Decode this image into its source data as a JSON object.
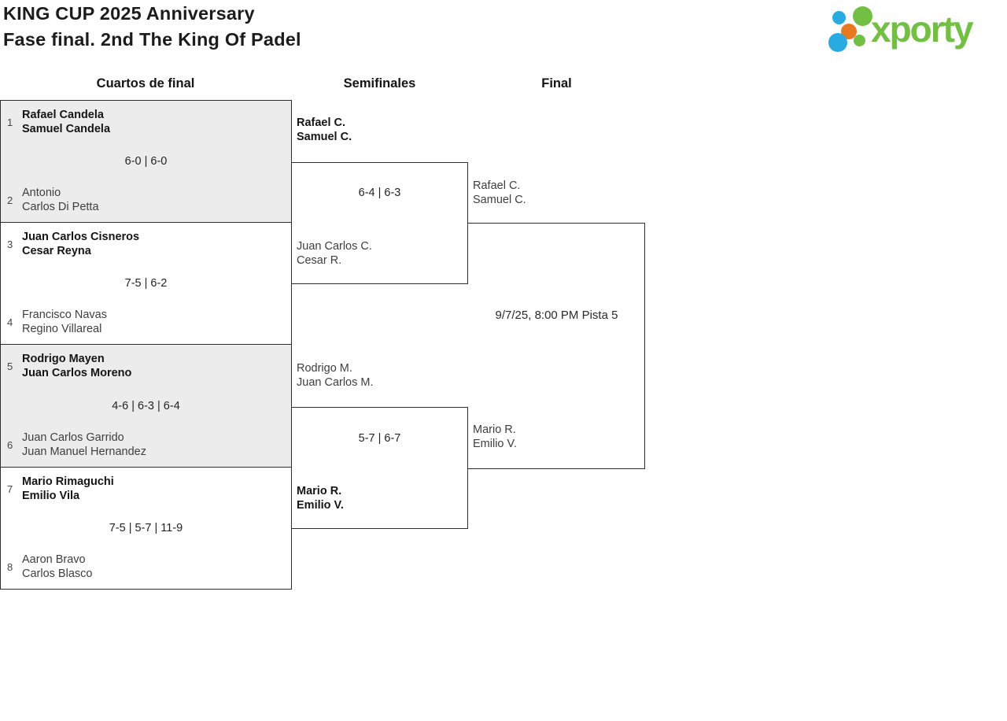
{
  "header": {
    "title_line1": "KING CUP 2025 Anniversary",
    "title_line2": "Fase final. 2nd The King Of Padel",
    "logo_text": "xporty"
  },
  "colors": {
    "logo_green": "#72bf44",
    "logo_blue": "#29abe2",
    "logo_orange": "#e8791f",
    "box_gray_bg": "#ececec",
    "border": "#2e2e2e"
  },
  "round_headers": {
    "quarterfinals": "Cuartos de final",
    "semifinals": "Semifinales",
    "final": "Final"
  },
  "quarterfinals": [
    {
      "seed_top": "1",
      "team_top": [
        "Rafael Candela",
        "Samuel Candela"
      ],
      "top_winner": true,
      "score": "6-0 | 6-0",
      "seed_bottom": "2",
      "team_bottom": [
        "Antonio",
        "Carlos Di Petta"
      ],
      "bottom_winner": false
    },
    {
      "seed_top": "3",
      "team_top": [
        "Juan Carlos Cisneros",
        "Cesar Reyna"
      ],
      "top_winner": true,
      "score": "7-5 | 6-2",
      "seed_bottom": "4",
      "team_bottom": [
        "Francisco Navas",
        "Regino Villareal"
      ],
      "bottom_winner": false
    },
    {
      "seed_top": "5",
      "team_top": [
        "Rodrigo Mayen",
        "Juan Carlos Moreno"
      ],
      "top_winner": true,
      "score": "4-6 | 6-3 | 6-4",
      "seed_bottom": "6",
      "team_bottom": [
        "Juan Carlos Garrido",
        "Juan Manuel Hernandez"
      ],
      "bottom_winner": false
    },
    {
      "seed_top": "7",
      "team_top": [
        "Mario Rimaguchi",
        "Emilio Vila"
      ],
      "top_winner": true,
      "score": "7-5 | 5-7 | 11-9",
      "seed_bottom": "8",
      "team_bottom": [
        "Aaron Bravo",
        "Carlos Blasco"
      ],
      "bottom_winner": false
    }
  ],
  "semifinals": [
    {
      "team_top": [
        "Rafael C.",
        "Samuel C."
      ],
      "top_winner": true,
      "score": "6-4 | 6-3",
      "team_bottom": [
        "Juan Carlos C.",
        "Cesar R."
      ],
      "bottom_winner": false
    },
    {
      "team_top": [
        "Rodrigo M.",
        "Juan Carlos M."
      ],
      "top_winner": false,
      "score": "5-7 | 6-7",
      "team_bottom": [
        "Mario R.",
        "Emilio V."
      ],
      "bottom_winner": true
    }
  ],
  "final": {
    "team_top": [
      "Rafael C.",
      "Samuel C."
    ],
    "schedule": "9/7/25, 8:00 PM Pista 5",
    "team_bottom": [
      "Mario R.",
      "Emilio V."
    ]
  }
}
